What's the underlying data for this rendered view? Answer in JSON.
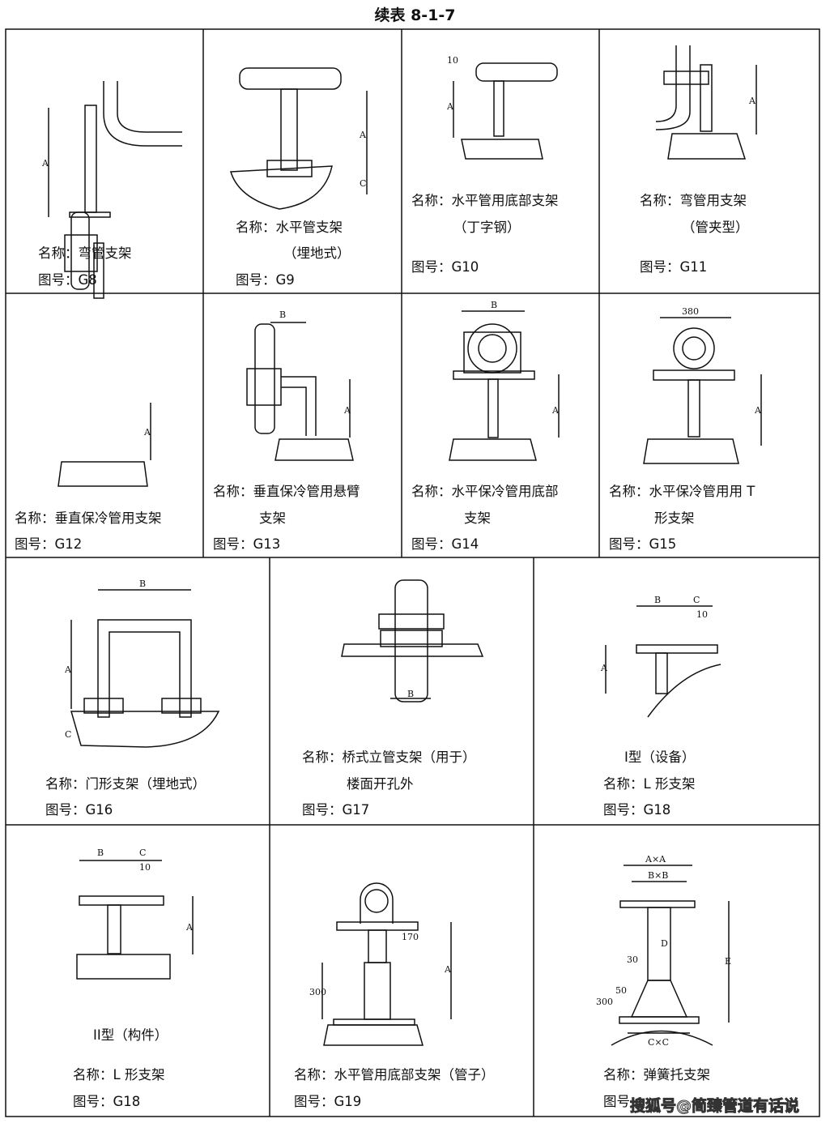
{
  "title": "续表 8-1-7",
  "cells": {
    "g8": {
      "name": "名称：弯管支架",
      "fig": "图号：G8",
      "dims": [
        "A"
      ]
    },
    "g9": {
      "name": "名称：水平管支架",
      "name2": "（埋地式）",
      "fig": "图号：G9",
      "dims": [
        "A",
        "C"
      ]
    },
    "g10": {
      "name": "名称：水平管用底部支架",
      "name2": "（丁字钢）",
      "fig": "图号：G10",
      "dims": [
        "10",
        "A"
      ]
    },
    "g11": {
      "name": "名称：弯管用支架",
      "name2": "（管夹型）",
      "fig": "图号：G11",
      "dims": [
        "A"
      ]
    },
    "g12": {
      "name": "名称：垂直保冷管用支架",
      "fig": "图号：G12",
      "dims": [
        "A"
      ]
    },
    "g13": {
      "name": "名称：垂直保冷管用悬臂",
      "name2": "支架",
      "fig": "图号：G13",
      "dims": [
        "B",
        "A"
      ]
    },
    "g14": {
      "name": "名称：水平保冷管用底部",
      "name2": "支架",
      "fig": "图号：G14",
      "dims": [
        "B",
        "A"
      ]
    },
    "g15": {
      "name": "名称：水平保冷管用用 T",
      "name2": "形支架",
      "fig": "图号：G15",
      "dims": [
        "380",
        "A"
      ]
    },
    "g16": {
      "name": "名称：门形支架（埋地式）",
      "fig": "图号：G16",
      "dims": [
        "B",
        "A",
        "C"
      ]
    },
    "g17": {
      "name": "名称：桥式立管支架（用于）",
      "name2": "楼面开孔外",
      "fig": "图号：G17",
      "dims": [
        "B"
      ]
    },
    "g18a": {
      "type": "I型（设备）",
      "name": "名称：L 形支架",
      "fig": "图号：G18",
      "dims": [
        "B",
        "C",
        "10",
        "A"
      ]
    },
    "g18b": {
      "type": "II型（构件）",
      "name": "名称：L 形支架",
      "fig": "图号：G18",
      "dims": [
        "B",
        "C",
        "10",
        "A"
      ]
    },
    "g19": {
      "name": "名称：水平管用底部支架（管子）",
      "fig": "图号：G19",
      "dims": [
        "170",
        "A",
        "300"
      ]
    },
    "spring": {
      "name": "名称：弹簧托支架",
      "fig": "图号：",
      "dims": [
        "A×A",
        "B×B",
        "D",
        "30",
        "50",
        "300",
        "E",
        "C×C"
      ]
    }
  },
  "watermark": "搜狐号@简臻管道有话说"
}
